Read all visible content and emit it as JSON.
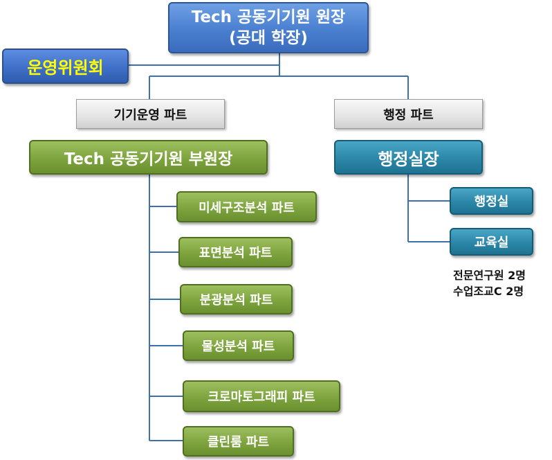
{
  "head": {
    "line1": "Tech 공동기기원 원장",
    "line2": "(공대 학장)"
  },
  "committee": "운영위원회",
  "parts": {
    "equipment": "기기운영 파트",
    "admin": "행정 파트"
  },
  "vice_director": "Tech 공동기기원 부원장",
  "admin_chief": "행정실장",
  "equipment_parts": [
    "미세구조분석 파트",
    "표면분석 파트",
    "분광분석 파트",
    "물성분석 파트",
    "크로마토그래피 파트",
    "클린룸 파트"
  ],
  "admin_units": [
    "행정실",
    "교육실"
  ],
  "staff_notes": [
    "전문연구원 2명",
    "수업조교C 2명"
  ],
  "colors": {
    "connector": "#3b6fb0",
    "head_blue": "#4a7fd0",
    "committee_text": "#ffff00",
    "green": "#7ea43e",
    "teal": "#2b86a8"
  }
}
